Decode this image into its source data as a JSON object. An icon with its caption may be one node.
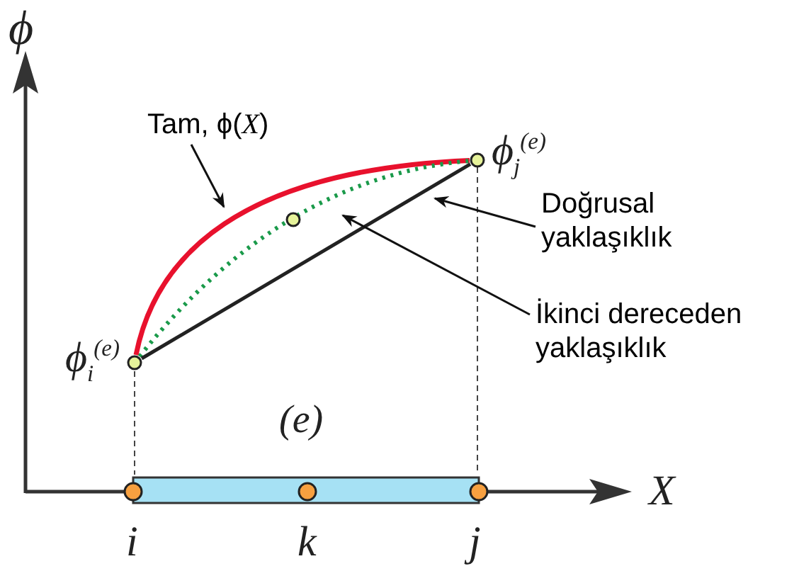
{
  "diagram": {
    "nodes": [
      {
        "text": [
          "Tam, ϕ(*X*)"
        ]
      },
      {
        "text": [
          "Doğrusal yaklaşıklık"
        ]
      },
      {
        "text": [
          "İkinci dereceden yaklaşıklık"
        ]
      },
      {
        "text": [],
        "shape": "curve"
      },
      {
        "text": [],
        "shape": "line"
      },
      {
        "text": [],
        "shape": "curve"
      }
    ],
    "edges": [
      {
        "from": 0,
        "to": 3,
        "arrow": "to"
      },
      {
        "from": 1,
        "to": 4,
        "arrow": "to"
      },
      {
        "from": 2,
        "to": 5,
        "arrow": "to"
      }
    ],
    "labels": [
      "ϕ",
      "ϕ$_{j}$$^{(e)}$",
      "ϕ$_{i}$$^{(e)}$",
      "(e)",
      "X",
      "i",
      "k",
      "j"
    ]
  }
}
